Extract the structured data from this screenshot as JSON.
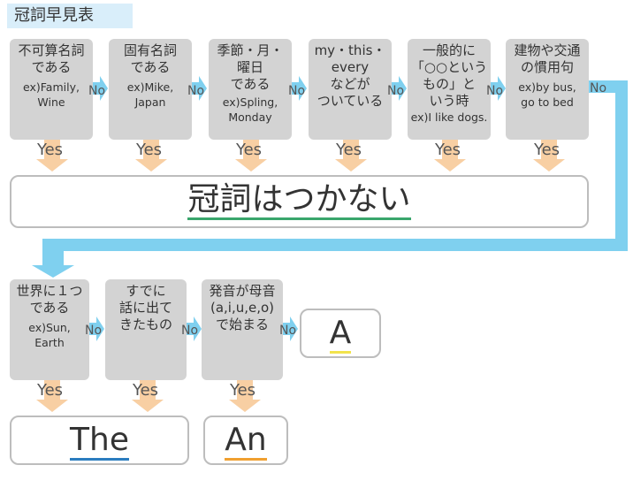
{
  "title": "冠詞早見表",
  "row1": [
    {
      "main": "不可算名詞\nである",
      "ex": "ex)Family,\nWine"
    },
    {
      "main": "固有名詞\nである",
      "ex": "ex)Mike,\nJapan"
    },
    {
      "main": "季節・月・\n曜日\nである",
      "ex": "ex)Spling,\nMonday"
    },
    {
      "main": "my・this・\nevery\nなどが\nついている",
      "ex": ""
    },
    {
      "main": "一般的に\n「○○という\nもの」と\nいう時",
      "ex": "ex)I like dogs."
    },
    {
      "main": "建物や交通\nの慣用句",
      "ex": "ex)by bus,\ngo to bed"
    }
  ],
  "row2": [
    {
      "main": "世界に１つ\nである",
      "ex": "ex)Sun,\nEarth"
    },
    {
      "main": "すでに\n話に出て\nきたもの",
      "ex": ""
    },
    {
      "main": "発音が母音\n(a,i,u,e,o)\nで始まる",
      "ex": ""
    }
  ],
  "labels": {
    "no": "No",
    "yes": "Yes"
  },
  "results": {
    "none": "冠詞はつかない",
    "the": "The",
    "an": "An",
    "a": "A"
  },
  "colors": {
    "arrow": "#7fd0ef",
    "yes_arrow": "#f8cfa3",
    "box": "#d3d3d3",
    "underline_none": "#3aa66c",
    "underline_the": "#2b7dbf",
    "underline_an": "#f0a030",
    "underline_a": "#f2e34c"
  }
}
